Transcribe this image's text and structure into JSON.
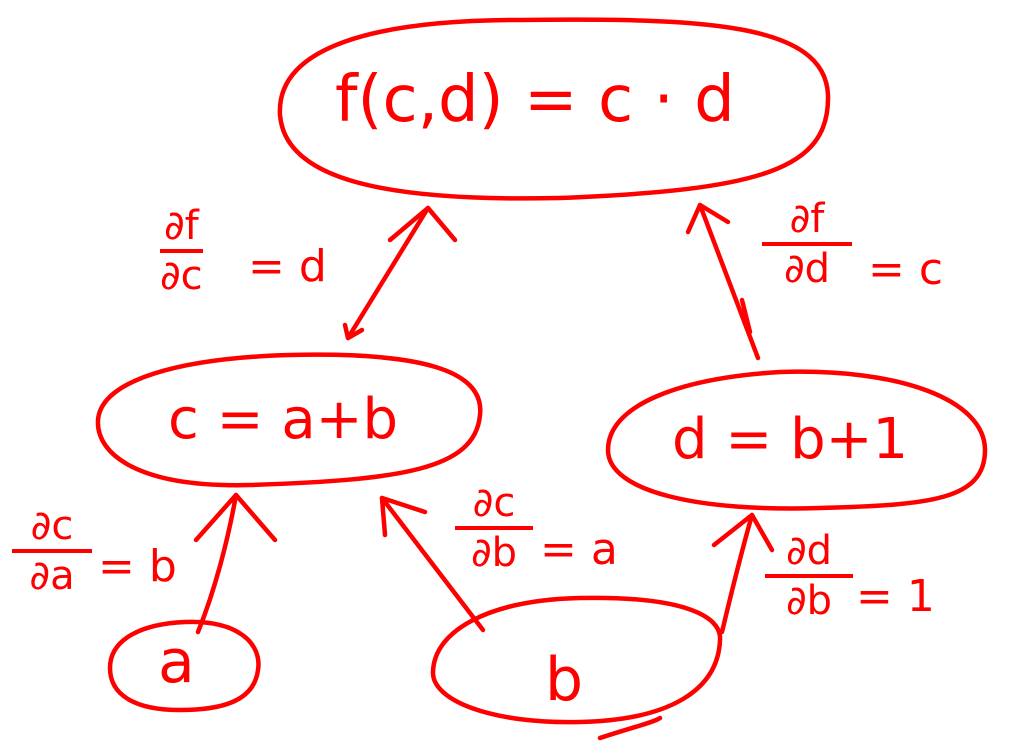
{
  "colors": {
    "ink": "#ff0000",
    "background": "#ffffff"
  },
  "nodes": {
    "f": {
      "expr": "f(c,d) = c · d"
    },
    "c": {
      "expr": "c = a+b"
    },
    "d": {
      "expr": "d = b+1"
    },
    "a": {
      "expr": "a"
    },
    "b": {
      "expr": "b"
    }
  },
  "edges": {
    "f_c": {
      "num": "∂f",
      "den": "∂c",
      "value": "= d"
    },
    "f_d": {
      "num": "∂f",
      "den": "∂d",
      "value": "= c"
    },
    "c_a": {
      "num": "∂c",
      "den": "∂a",
      "value": "= b"
    },
    "c_b": {
      "num": "∂c",
      "den": "∂b",
      "value": "= a"
    },
    "d_b": {
      "num": "∂d",
      "den": "∂b",
      "value": "= 1"
    }
  }
}
